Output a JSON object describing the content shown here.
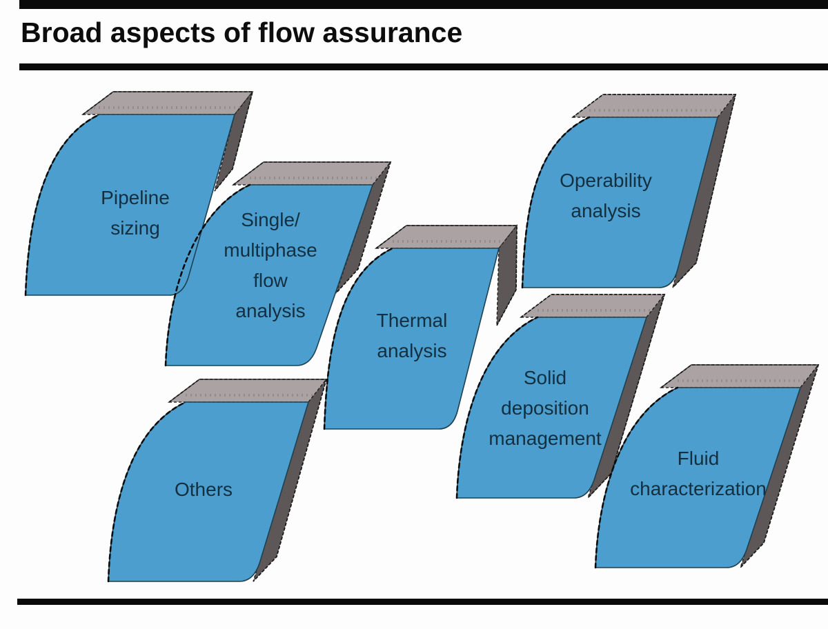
{
  "header": {
    "title": "Broad aspects of flow assurance"
  },
  "diagram": {
    "boxes": [
      {
        "id": "pipeline-sizing",
        "label": "Pipeline\nsizing"
      },
      {
        "id": "single-multiphase-flow-analysis",
        "label": "Single/\nmultiphase\nflow\nanalysis"
      },
      {
        "id": "thermal-analysis",
        "label": "Thermal\nanalysis"
      },
      {
        "id": "operability-analysis",
        "label": "Operability\nanalysis"
      },
      {
        "id": "solid-deposition-management",
        "label": "Solid\ndeposition\nmanagement"
      },
      {
        "id": "fluid-characterization",
        "label": "Fluid\ncharacterization"
      },
      {
        "id": "others",
        "label": "Others"
      }
    ],
    "colors": {
      "face": "#4B9ECD",
      "top": "#ABA3A3",
      "side": "#5E5758",
      "outline": "#0c0c0c",
      "text": "#132f40"
    }
  }
}
